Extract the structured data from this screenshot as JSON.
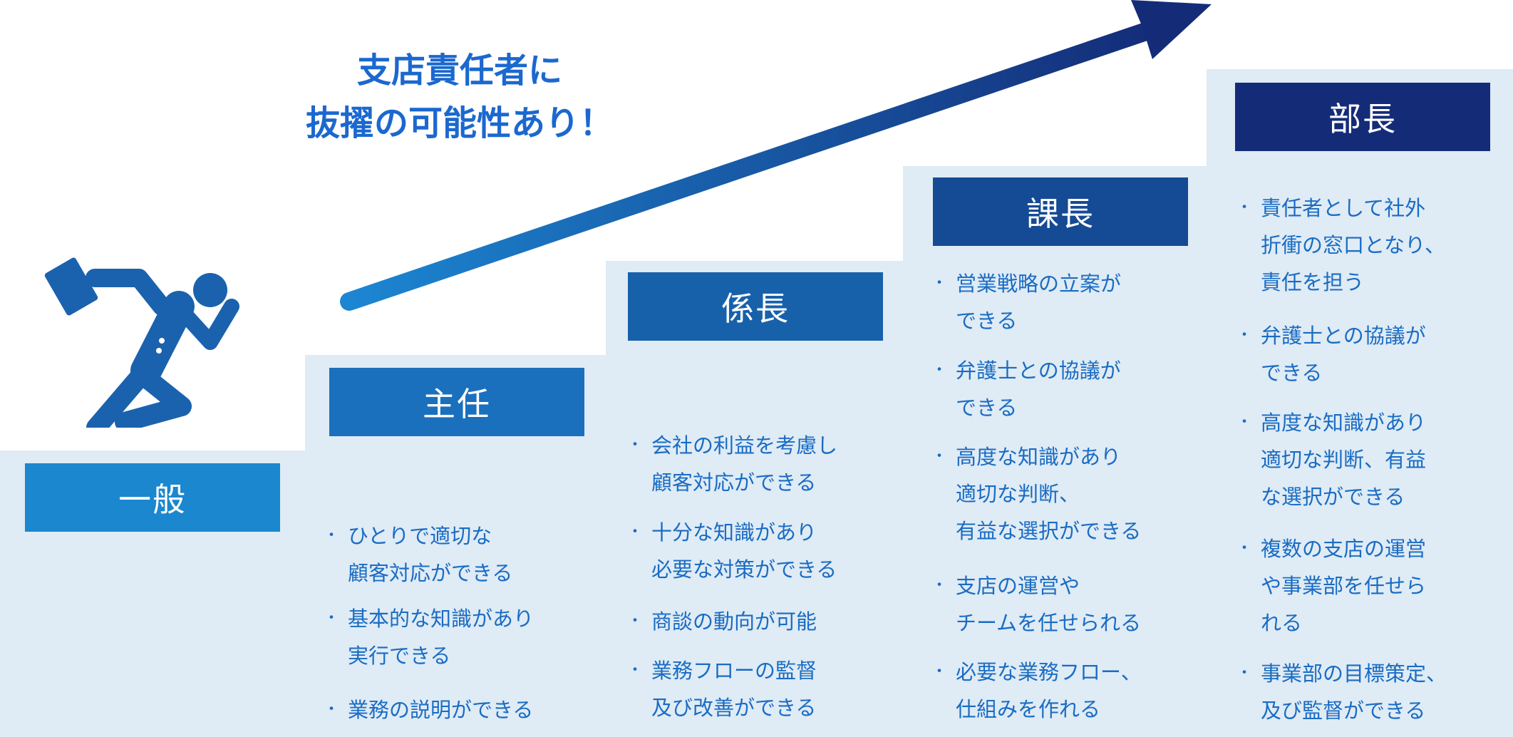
{
  "headline": {
    "line1": "支店責任者に",
    "line2": "抜擢の可能性あり！"
  },
  "colors": {
    "step_bg": "#dfebf5",
    "text": "#1a6cc3",
    "title": "#1b68cf"
  },
  "icons": {
    "figure": "running-businessman-icon",
    "arrow": "upward-arrow-icon"
  },
  "levels": [
    {
      "title": "一般",
      "color": "#1b87cf",
      "items": []
    },
    {
      "title": "主任",
      "color": "#1a70bd",
      "items": [
        {
          "lines": [
            "ひとりで適切な",
            "顧客対応ができる"
          ]
        },
        {
          "lines": [
            "基本的な知識があり",
            "実行できる"
          ]
        },
        {
          "lines": [
            "業務の説明ができる"
          ]
        }
      ]
    },
    {
      "title": "係長",
      "color": "#1761ab",
      "items": [
        {
          "lines": [
            "会社の利益を考慮し",
            "顧客対応ができる"
          ]
        },
        {
          "lines": [
            "十分な知識があり",
            "必要な対策ができる"
          ]
        },
        {
          "lines": [
            "商談の動向が可能"
          ]
        },
        {
          "lines": [
            "業務フローの監督",
            "及び改善ができる"
          ]
        }
      ]
    },
    {
      "title": "課長",
      "color": "#154a94",
      "items": [
        {
          "lines": [
            "営業戦略の立案が",
            "できる"
          ]
        },
        {
          "lines": [
            "弁護士との協議が",
            "できる"
          ]
        },
        {
          "lines": [
            "高度な知識があり",
            "適切な判断、",
            "有益な選択ができる"
          ]
        },
        {
          "lines": [
            "支店の運営や",
            "チームを任せられる"
          ]
        },
        {
          "lines": [
            "必要な業務フロー、",
            "仕組みを作れる"
          ]
        }
      ]
    },
    {
      "title": "部長",
      "color": "#142c78",
      "items": [
        {
          "lines": [
            "責任者として社外",
            "折衝の窓口となり、",
            "責任を担う"
          ]
        },
        {
          "lines": [
            "弁護士との協議が",
            "できる"
          ]
        },
        {
          "lines": [
            "高度な知識があり",
            "適切な判断、有益",
            "な選択ができる"
          ]
        },
        {
          "lines": [
            "複数の支店の運営",
            "や事業部を任せら",
            "れる"
          ]
        },
        {
          "lines": [
            "事業部の目標策定、",
            "及び監督ができる"
          ]
        }
      ]
    }
  ]
}
